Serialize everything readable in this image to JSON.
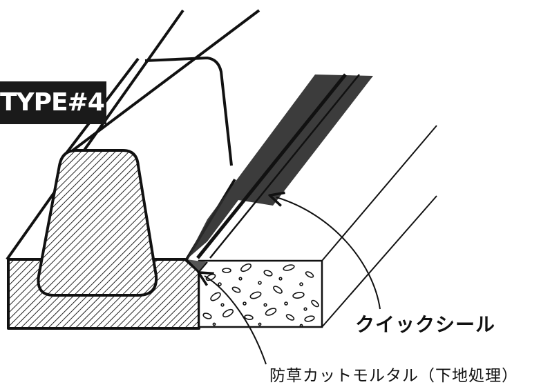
{
  "type_label": "TYPE#4",
  "callouts": {
    "quick_seal": "クイックシール",
    "mortar": "防草カットモルタル（下地処理）"
  },
  "colors": {
    "line": "#111111",
    "tape_dark": "#2b2b2b",
    "tape_stripe": "#111111",
    "hatch": "#222222",
    "label_bg": "#1a1a1a",
    "label_text": "#ffffff"
  }
}
